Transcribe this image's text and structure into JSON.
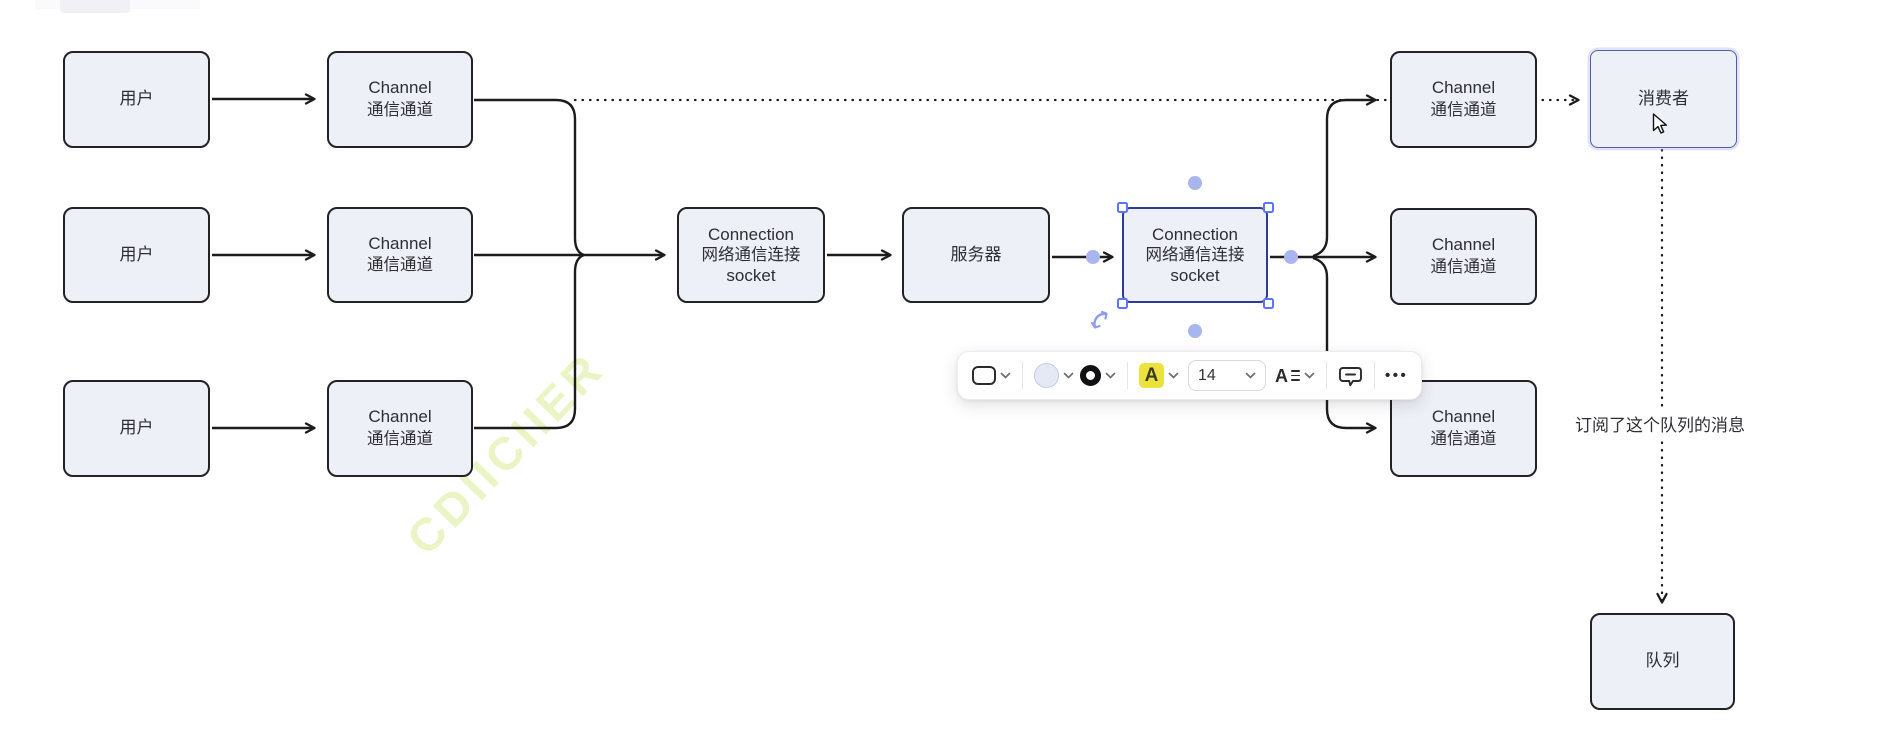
{
  "canvas": {
    "background": "#ffffff",
    "watermark_text": "CDIICIIER"
  },
  "nodes": {
    "user_1": {
      "label": "用户"
    },
    "user_2": {
      "label": "用户"
    },
    "user_3": {
      "label": "用户"
    },
    "channel_left_1": {
      "line1": "Channel",
      "line2": "通信通道"
    },
    "channel_left_2": {
      "line1": "Channel",
      "line2": "通信通道"
    },
    "channel_left_3": {
      "line1": "Channel",
      "line2": "通信通道"
    },
    "connection_left": {
      "line1": "Connection",
      "line2": "网络通信连接",
      "line3": "socket"
    },
    "server": {
      "label": "服务器"
    },
    "connection_right": {
      "line1": "Connection",
      "line2": "网络通信连接",
      "line3": "socket"
    },
    "channel_right_1": {
      "line1": "Channel",
      "line2": "通信通道"
    },
    "channel_right_2": {
      "line1": "Channel",
      "line2": "通信通道"
    },
    "channel_right_3": {
      "line1": "Channel",
      "line2": "通信通道"
    },
    "consumer": {
      "label": "消费者"
    },
    "queue": {
      "label": "队列"
    }
  },
  "edges": {
    "queue_edge_label": "订阅了这个队列的消息"
  },
  "toolbar": {
    "font_size": "14",
    "text_color_letter": "A",
    "font_family_letter": "A",
    "more_glyph": "•••",
    "text_highlight_color": "#ece23e",
    "stroke_color": "#101013",
    "fill_color": "#e5e9f6"
  },
  "colors": {
    "node_fill": "#eef0f8",
    "node_border": "#212126",
    "edge_line": "#1c1c1c",
    "selection_accent": "#5b76f7",
    "selected_node_border": "#2c3c96",
    "connector_dot": "#a9b5ee",
    "consumer_border": "#585d9b"
  }
}
